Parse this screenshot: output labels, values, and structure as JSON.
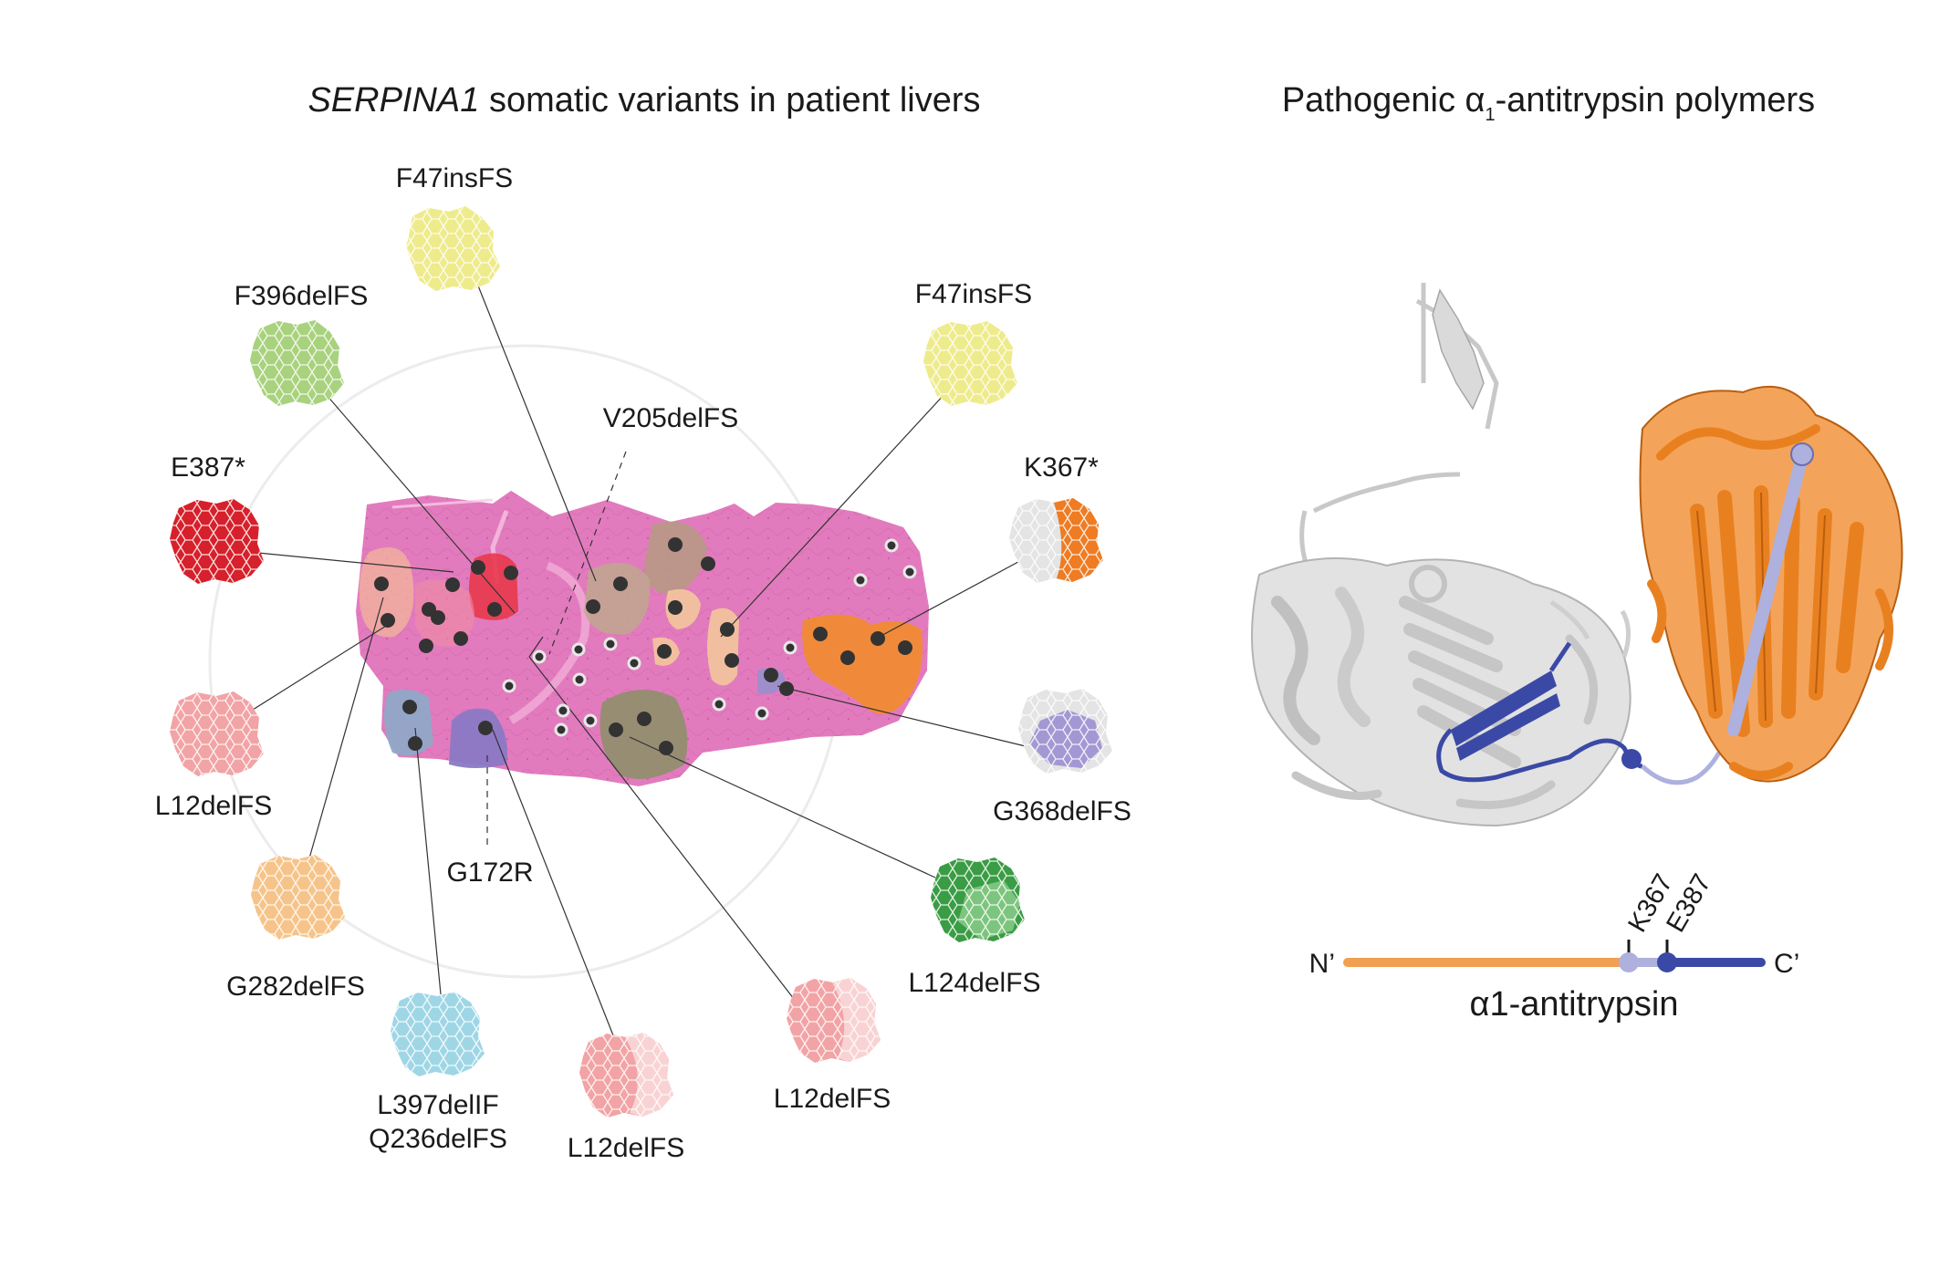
{
  "left_panel": {
    "title_italic": "SERPINA1",
    "title_rest": " somatic variants in patient livers",
    "clone_labels": [
      {
        "key": "f47ins_top",
        "text": "F47insFS",
        "color": "#eeeb8c"
      },
      {
        "key": "f396",
        "text": "F396delFS",
        "color": "#a8d27d"
      },
      {
        "key": "f47ins_right",
        "text": "F47insFS",
        "color": "#eeeb8c"
      },
      {
        "key": "v205",
        "text": "V205delFS"
      },
      {
        "key": "e387",
        "text": "E387*",
        "color": "#d6202b"
      },
      {
        "key": "k367",
        "text": "K367*",
        "color": "#ef7b22"
      },
      {
        "key": "l12_left",
        "text": "L12delFS",
        "color": "#f2a3a5"
      },
      {
        "key": "g368",
        "text": "G368delFS",
        "color": "#9b8fd0"
      },
      {
        "key": "g172r",
        "text": "G172R"
      },
      {
        "key": "g282",
        "text": "G282delFS",
        "color": "#f6c48a"
      },
      {
        "key": "l124",
        "text": "L124delFS",
        "color": "#3a9c44"
      },
      {
        "key": "l397_line1",
        "text": "L397delIF",
        "color": "#9fd6e6"
      },
      {
        "key": "l397_line2",
        "text": "Q236delFS"
      },
      {
        "key": "l12_bottom",
        "text": "L12delFS",
        "color": "#f2a3a5"
      },
      {
        "key": "l12_right",
        "text": "L12delFS",
        "color": "#f2a3a5"
      }
    ]
  },
  "right_panel": {
    "title_pre": "Pathogenic ",
    "title_alpha": "α",
    "title_sub": "1",
    "title_post": "-antitrypsin polymers",
    "protein_colors": {
      "monomer": "#d2d2d2",
      "inserted_strand": "#3b49a6",
      "partner": "#e98020",
      "reactive_loop": "#aeb0de"
    },
    "domain_bar": {
      "n_label": "N’",
      "c_label": "C’",
      "marker1": "K367",
      "marker2": "E387",
      "caption": "α1-antitrypsin",
      "segment_colors": [
        "#f0a050",
        "#aeb0de",
        "#3b49a6"
      ]
    }
  }
}
